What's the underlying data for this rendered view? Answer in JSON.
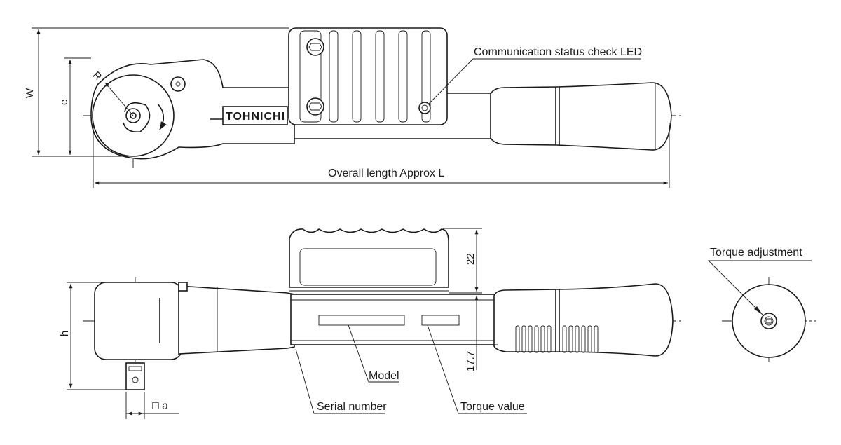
{
  "labels": {
    "led": "Communication status check LED",
    "overall_length": "Overall length Approx L",
    "torque_adjustment": "Torque adjustment",
    "model": "Model",
    "serial_number": "Serial number",
    "torque_value": "Torque value"
  },
  "dimensions": {
    "w": "W",
    "e": "e",
    "r": "R",
    "h": "h",
    "height_22": "22",
    "height_17_7": "17.7",
    "square_a": "□ a"
  },
  "brand": "TOHNICHI"
}
